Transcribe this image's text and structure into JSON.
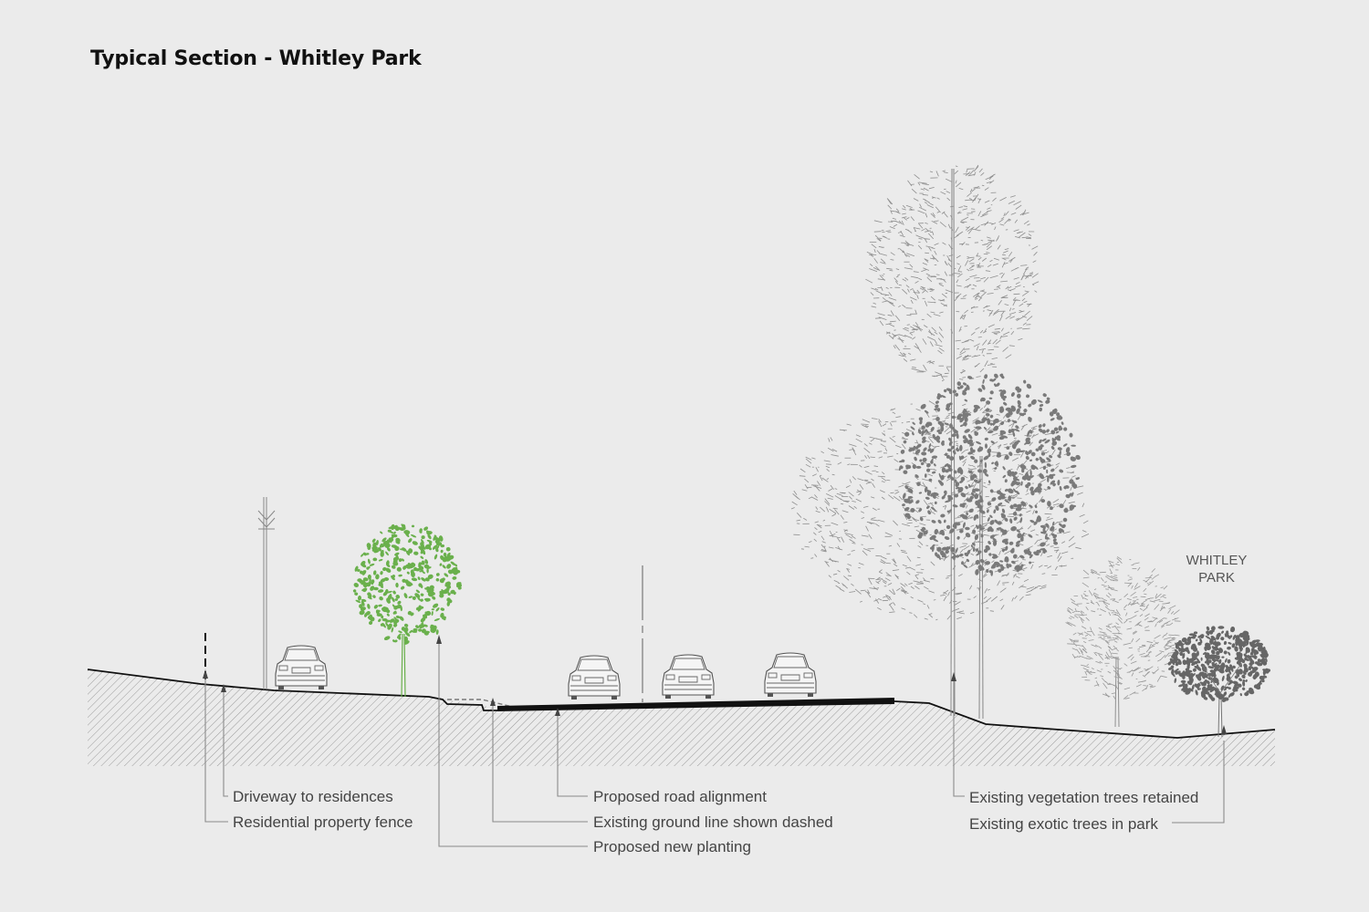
{
  "title": "Typical Section - Whitley Park",
  "park_label": [
    "WHITLEY",
    "PARK"
  ],
  "callouts": {
    "driveway": "Driveway to residences",
    "fence": "Residential property fence",
    "road_alignment": "Proposed road alignment",
    "existing_ground": "Existing ground line shown dashed",
    "new_planting": "Proposed new planting",
    "vegetation_retained": "Existing vegetation trees retained",
    "exotic_trees": "Existing exotic trees in park"
  },
  "colors": {
    "background": "#ebebeb",
    "ground_line": "#111111",
    "hatch": "#9a9a9a",
    "new_planting": "#6ab04c",
    "existing_trees": "#8f8f8f",
    "text": "#444444"
  },
  "icons": [
    "car-icon",
    "power-pole-icon",
    "tree-icon",
    "arrow-up-icon"
  ]
}
